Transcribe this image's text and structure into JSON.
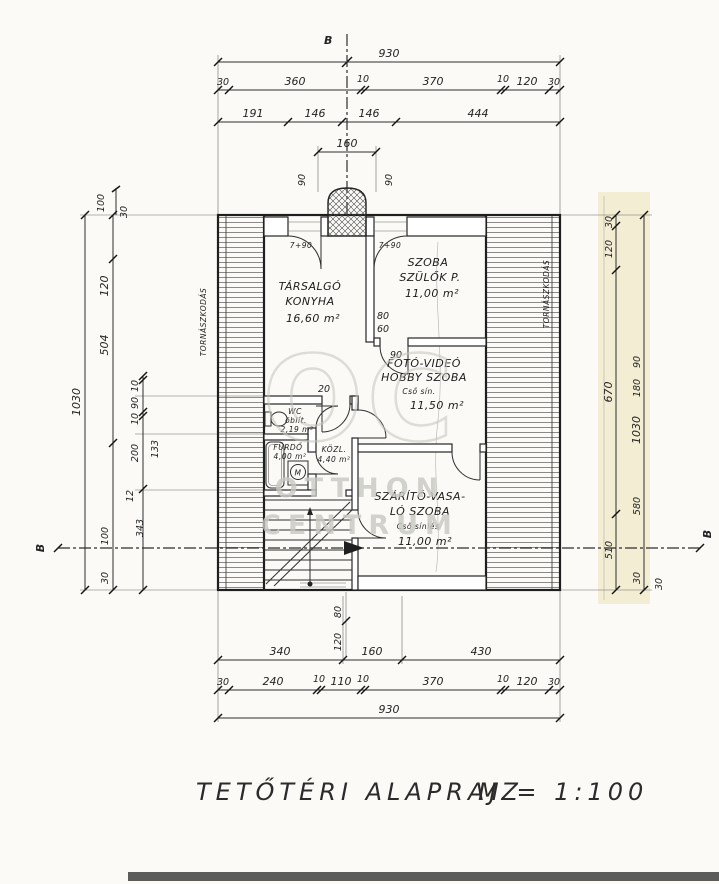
{
  "title": {
    "text": "TETŐTÉRI ALAPRAJZ",
    "scale": "M = 1:100"
  },
  "section": {
    "label": "B"
  },
  "watermark": {
    "monogram": "OC",
    "line1": "OTTHON",
    "line2": "CENTRUM"
  },
  "rooms": {
    "kitchen": {
      "name": "TÁRSALGÓ",
      "name2": "KONYHA",
      "area": "16,60 m²"
    },
    "bedroom": {
      "name": "SZOBA",
      "name2": "SZÜLŐK P.",
      "area": "11,00 m²"
    },
    "hobby": {
      "name": "FOTÓ-VIDEÓ",
      "name2": "HOBBY SZOBA",
      "note": "Cső sín.",
      "area": "11,50 m²"
    },
    "wc": {
      "name": "WC",
      "note": "öblít.",
      "area": "2,19 m²"
    },
    "bath": {
      "name": "FÜRDŐ",
      "area": "4,00 m²"
    },
    "hall": {
      "name": "KÖZL.",
      "area": "4,40 m²"
    },
    "dryer": {
      "name": "SZÁRÍTÓ-VASA-",
      "name2": "LÓ SZOBA",
      "note": "Cső sínlés",
      "area": "11,00 m²"
    }
  },
  "labels": {
    "left_wall": "TORNÁSZKODÁS",
    "right_wall": "TORNÁSZKODÁS",
    "door_left": "7+90",
    "door_right": "7+90",
    "washer": "M"
  },
  "dims": {
    "top": {
      "overall": "930",
      "chain1": [
        "30",
        "360",
        "10",
        "370",
        "10",
        "120",
        "30"
      ],
      "chain2": [
        "191",
        "146",
        "146",
        "444"
      ],
      "stack": "160",
      "stack_left": "90",
      "stack_right": "90"
    },
    "bottom": {
      "chain1": [
        "340",
        "160",
        "430"
      ],
      "chain2": [
        "30",
        "240",
        "10",
        "110",
        "10",
        "370",
        "10",
        "120",
        "30"
      ],
      "overall": "930",
      "small1": "80",
      "small2": "120"
    },
    "left": {
      "overall": "1030",
      "top1": "100",
      "top2": "30",
      "a": "120",
      "b": "504",
      "c": "10",
      "d": "90",
      "e": "10",
      "f": "200",
      "g": "133",
      "h": "12",
      "i": "343",
      "j": "100",
      "k": "30"
    },
    "right": {
      "overall": "1030",
      "a": "30",
      "b": "120",
      "c": "670",
      "d": "90",
      "e": "180",
      "f": "510",
      "g": "580",
      "h": "30",
      "i": "30"
    },
    "inner": {
      "a": "80",
      "b": "60",
      "c": "90",
      "d": "20"
    }
  }
}
